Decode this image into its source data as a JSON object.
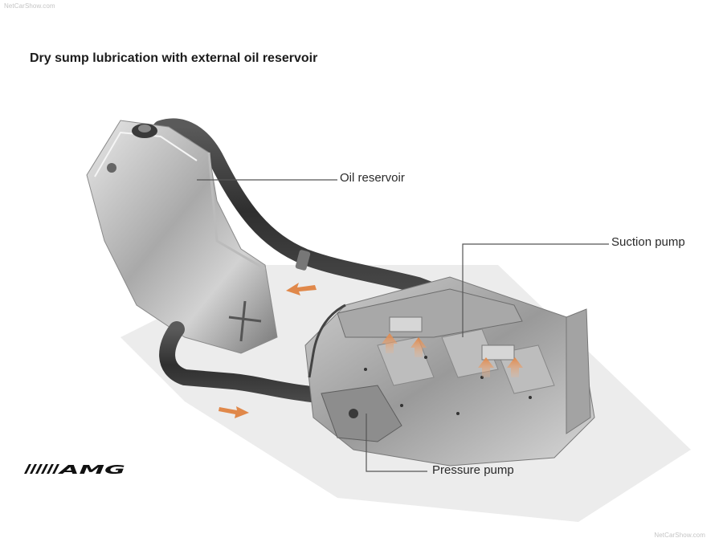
{
  "watermark": {
    "top": "NetCarShow.com",
    "bottom": "NetCarShow.com"
  },
  "diagram": {
    "title": "Dry sump lubrication with external oil reservoir",
    "labels": [
      {
        "id": "oil-reservoir",
        "text": "Oil reservoir"
      },
      {
        "id": "suction-pump",
        "text": "Suction pump"
      },
      {
        "id": "pressure-pump",
        "text": "Pressure pump"
      }
    ],
    "flow_arrows": [
      {
        "id": "return-arrow",
        "direction": "left"
      },
      {
        "id": "feed-arrow",
        "direction": "right"
      },
      {
        "id": "suction-arrows",
        "direction": "up",
        "count": 4
      }
    ],
    "colors": {
      "background": "#ffffff",
      "leader_line": "#555555",
      "flow_arrow": "#e0884a",
      "metal_light": "#d9d9d9",
      "metal_dark": "#6e6e6e",
      "hose": "#3a3a3a"
    }
  },
  "brand": {
    "logo": "AMG"
  }
}
